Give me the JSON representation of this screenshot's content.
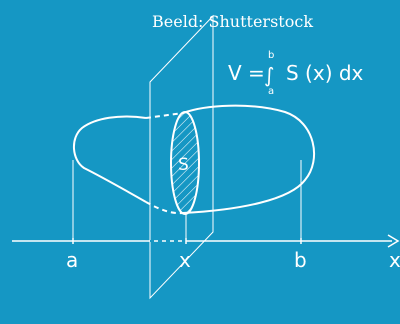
{
  "credit": "Beeld: Shutterstock",
  "formula": {
    "lhs": "V =",
    "upper_limit": "b",
    "integral_sign": "∫",
    "lower_limit": "a",
    "integrand": "S (x) dx"
  },
  "labels": {
    "section": "S",
    "a": "a",
    "x": "x",
    "b": "b",
    "axis": "x"
  },
  "colors": {
    "background": "#1597c4",
    "line": "#ffffff"
  }
}
